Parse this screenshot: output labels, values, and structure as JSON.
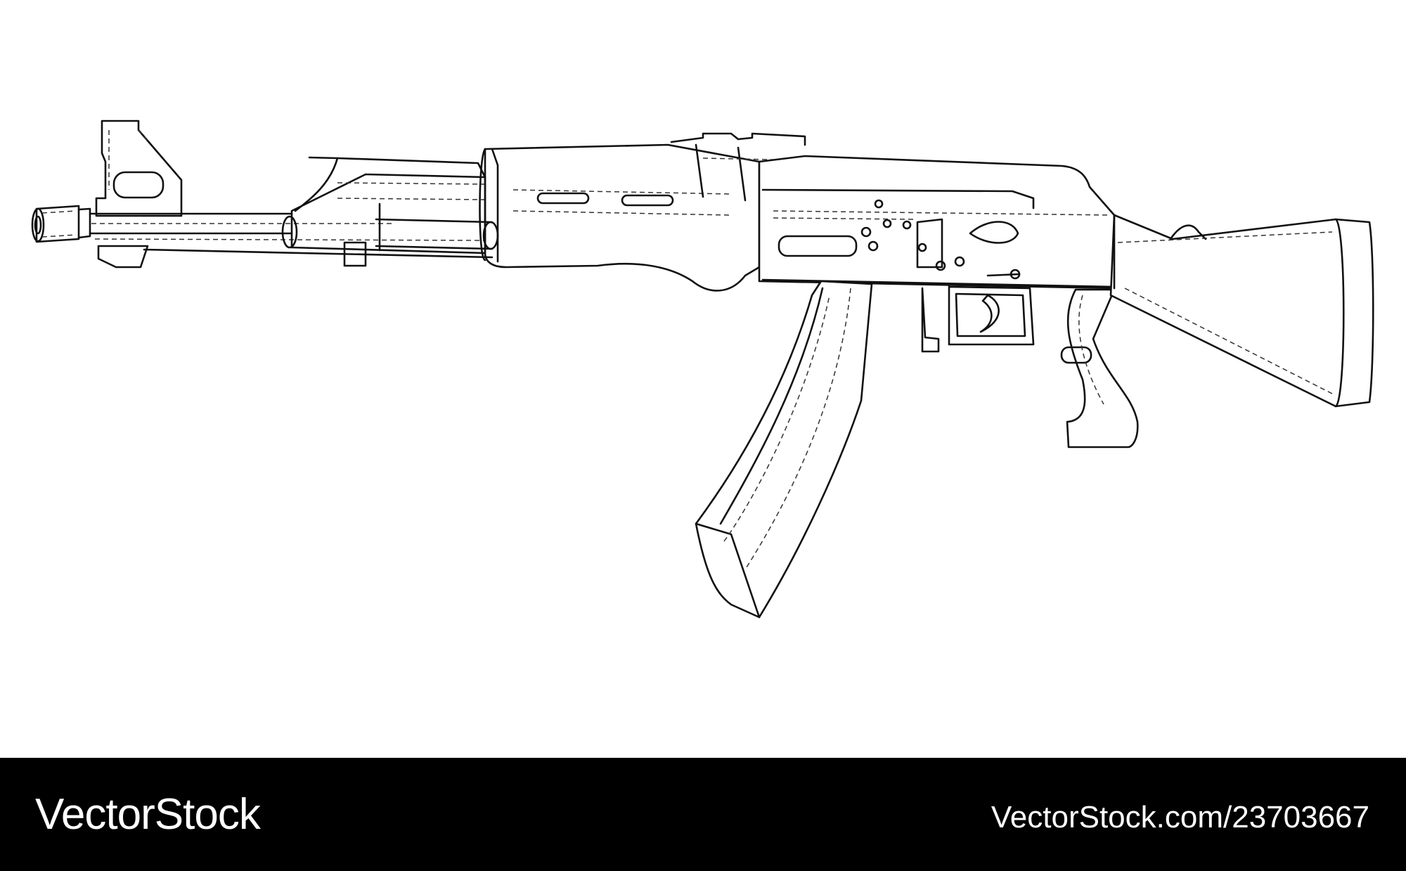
{
  "footer": {
    "brand": "VectorStock",
    "image_url": "VectorStock.com/23703667",
    "background_color": "#000000",
    "text_color": "#ffffff"
  },
  "illustration": {
    "style": "wireframe line drawing",
    "stroke_color": "#111111",
    "background_color": "#ffffff"
  }
}
